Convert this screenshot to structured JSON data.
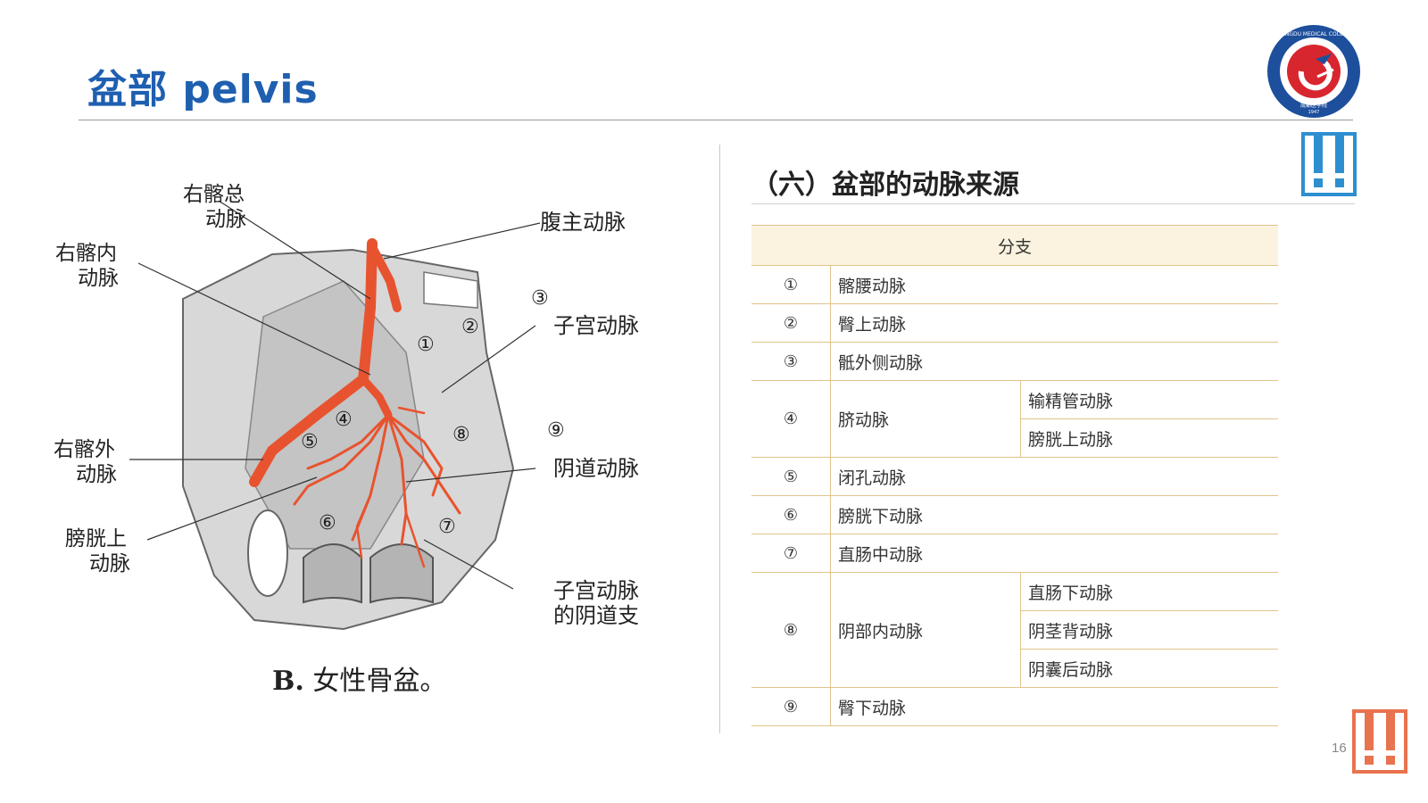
{
  "slide": {
    "title": "盆部 pelvis",
    "subtitle": "（六）盆部的动脉来源",
    "page_number": "16",
    "logo_text": "CHENGDU MEDICAL COLLEGE",
    "logo_year": "1947",
    "logo_cn": "成都医学院"
  },
  "diagram": {
    "labels": {
      "common_iliac": [
        "右髂总",
        "动脉"
      ],
      "abdominal_aorta": "腹主动脉",
      "internal_iliac": [
        "右髂内",
        "动脉"
      ],
      "uterine": "子宫动脉",
      "external_iliac": [
        "右髂外",
        "动脉"
      ],
      "vaginal": "阴道动脉",
      "superior_vesical": [
        "膀胱上",
        "动脉"
      ],
      "vaginal_branch": [
        "子宫动脉",
        "的阴道支"
      ]
    },
    "markers": [
      "①",
      "②",
      "③",
      "④",
      "⑤",
      "⑥",
      "⑦",
      "⑧",
      "⑨"
    ],
    "caption_bold": "B.",
    "caption_text": " 女性骨盆。"
  },
  "table": {
    "header": "分支",
    "rows": [
      {
        "num": "①",
        "branch": "髂腰动脉",
        "sub": []
      },
      {
        "num": "②",
        "branch": "臀上动脉",
        "sub": []
      },
      {
        "num": "③",
        "branch": "骶外侧动脉",
        "sub": []
      },
      {
        "num": "④",
        "branch": "脐动脉",
        "sub": [
          "输精管动脉",
          "膀胱上动脉"
        ]
      },
      {
        "num": "⑤",
        "branch": "闭孔动脉",
        "sub": []
      },
      {
        "num": "⑥",
        "branch": "膀胱下动脉",
        "sub": []
      },
      {
        "num": "⑦",
        "branch": "直肠中动脉",
        "sub": []
      },
      {
        "num": "⑧",
        "branch": "阴部内动脉",
        "sub": [
          "直肠下动脉",
          "阴茎背动脉",
          "阴囊后动脉"
        ]
      },
      {
        "num": "⑨",
        "branch": "臀下动脉",
        "sub": []
      }
    ]
  },
  "colors": {
    "title_blue": "#1f5fb0",
    "artery_red": "#e8532f",
    "table_line": "#e0c48a",
    "table_header_bg": "#fbf3df",
    "deco_blue": "#2d8fd0",
    "deco_orange": "#e8734f"
  }
}
